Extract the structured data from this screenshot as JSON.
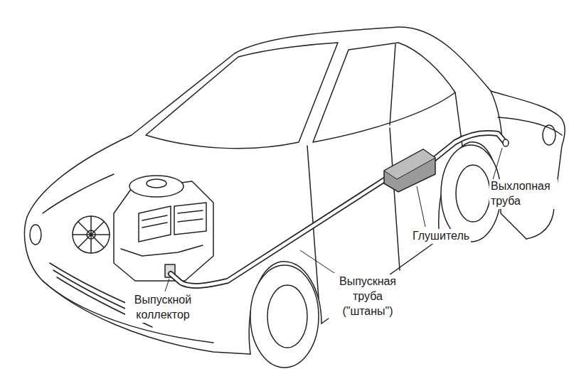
{
  "diagram": {
    "labels": [
      "Выхлопная труба",
      "Глушитель",
      "Выпускная труба (\"штаны\")",
      "Выпускной коллектор"
    ]
  }
}
